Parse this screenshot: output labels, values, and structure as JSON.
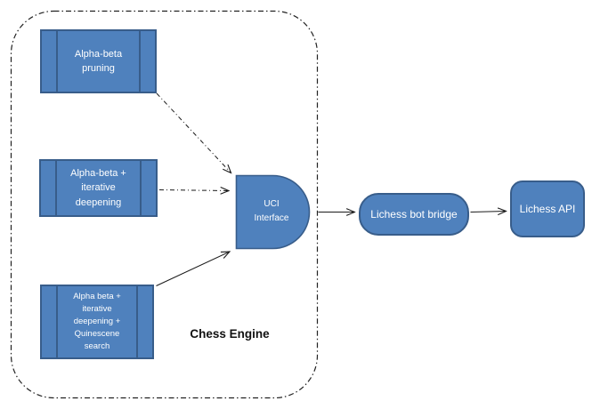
{
  "container": {
    "label": "Chess Engine"
  },
  "nodes": [
    {
      "id": "alpha-beta-pruning",
      "label": "Alpha-beta pruning",
      "shape": "predefined-process"
    },
    {
      "id": "alpha-beta-iterative-deepening",
      "label": "Alpha-beta + iterative deepening",
      "shape": "predefined-process"
    },
    {
      "id": "alpha-beta-iterative-quinescene",
      "label": "Alpha beta + iterative deepening + Quinescene search",
      "shape": "predefined-process"
    },
    {
      "id": "uci-interface",
      "label": "UCI Interface",
      "shape": "delay"
    },
    {
      "id": "lichess-bot-bridge",
      "label": "Lichess bot bridge",
      "shape": "rounded-rectangle"
    },
    {
      "id": "lichess-api",
      "label": "Lichess API",
      "shape": "rounded-rectangle"
    }
  ],
  "edges": [
    {
      "from": "alpha-beta-pruning",
      "to": "uci-interface",
      "style": "dash-dot-arrow"
    },
    {
      "from": "alpha-beta-iterative-deepening",
      "to": "uci-interface",
      "style": "dash-dot-arrow"
    },
    {
      "from": "alpha-beta-iterative-quinescene",
      "to": "uci-interface",
      "style": "solid-arrow"
    },
    {
      "from": "uci-interface",
      "to": "lichess-bot-bridge",
      "style": "solid-arrow"
    },
    {
      "from": "lichess-bot-bridge",
      "to": "lichess-api",
      "style": "solid-arrow"
    }
  ],
  "colors": {
    "node_fill": "#4F81BD",
    "node_border": "#385D8A",
    "node_text": "#ffffff",
    "arrow": "#1a1a1a",
    "container_border": "#222222",
    "container_label_text": "#111111"
  }
}
